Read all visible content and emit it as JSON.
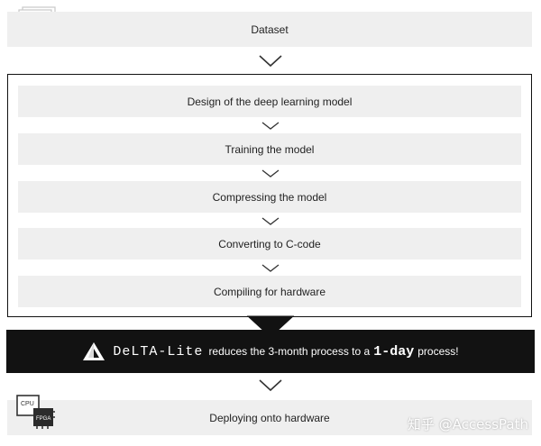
{
  "top_box": {
    "label": "Dataset",
    "icon": "image-stack-icon"
  },
  "pipeline_steps": [
    {
      "label": "Design of the deep learning model"
    },
    {
      "label": "Training the model"
    },
    {
      "label": "Compressing the model"
    },
    {
      "label": "Converting to C-code"
    },
    {
      "label": "Compiling for hardware"
    }
  ],
  "banner": {
    "brand": "DeLTA-Lite",
    "text_before": "reduces the 3-month process to a",
    "highlight": "1-day",
    "text_after": "process!"
  },
  "bottom_box": {
    "label": "Deploying onto hardware",
    "icon": "chip-icon",
    "chip_labels": {
      "cpu": "CPU",
      "fpga": "FPGA"
    }
  },
  "watermark": "知乎 @AccessPath",
  "colors": {
    "box_fill": "#efefef",
    "banner_bg": "#121212",
    "frame_border": "#111111"
  }
}
